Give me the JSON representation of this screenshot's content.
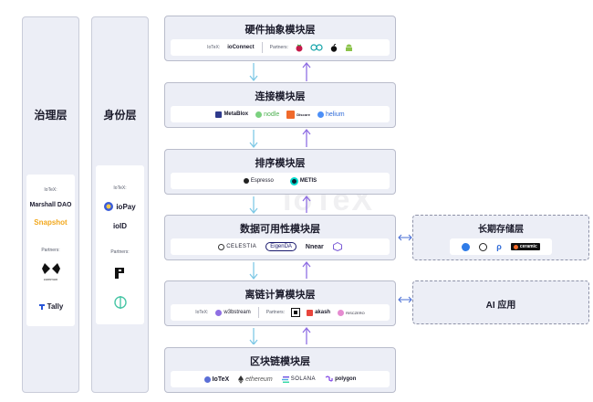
{
  "governance": {
    "title": "治理层",
    "iotex_label": "IoTeX:",
    "iotex_items": [
      "Marshall DAO",
      "Snapshot"
    ],
    "partners_label": "Partners:",
    "partner_logos": [
      "common",
      "Tally"
    ]
  },
  "identity": {
    "title": "身份层",
    "iotex_label": "IoTeX:",
    "iotex_items": [
      "ioPay",
      "ioID"
    ],
    "partners_label": "Partners:",
    "partner_icons": [
      "p-logo-icon",
      "phi-logo-icon"
    ]
  },
  "layers": [
    {
      "title": "硬件抽象模块层",
      "iotex_label": "IoTeX:",
      "iotex_items": [
        "ioConnect"
      ],
      "partners_label": "Partners:",
      "partner_icons": [
        "raspberry-pi-icon",
        "arduino-icon",
        "apple-icon",
        "android-icon"
      ]
    },
    {
      "title": "连接模块层",
      "partners": [
        "MetaBlox",
        "nodle",
        "Discore",
        "helium"
      ]
    },
    {
      "title": "排序模块层",
      "partners": [
        "Espresso",
        "METIS"
      ]
    },
    {
      "title": "数据可用性模块层",
      "partners": [
        "CELESTIA",
        "EigenDA",
        "Nnear"
      ]
    },
    {
      "title": "离链计算模块层",
      "iotex_label": "IoTeX:",
      "iotex_items": [
        "w3bstream"
      ],
      "partners_label": "Partners:",
      "partners": [
        "akash",
        "RISCZERO"
      ]
    },
    {
      "title": "区块链模块层",
      "partners": [
        "IoTeX",
        "ethereum",
        "SOLANA",
        "polygon"
      ]
    }
  ],
  "storage": {
    "title": "长期存储层",
    "partners": [
      "ceramic"
    ]
  },
  "ai": {
    "title": "AI 应用"
  },
  "watermark": "IoTeX",
  "colors": {
    "accent_blue": "#7fc9e6",
    "accent_purple": "#8f6fe3",
    "snapshot_orange": "#f2a81d",
    "side_arrow": "#4a6fd6"
  }
}
